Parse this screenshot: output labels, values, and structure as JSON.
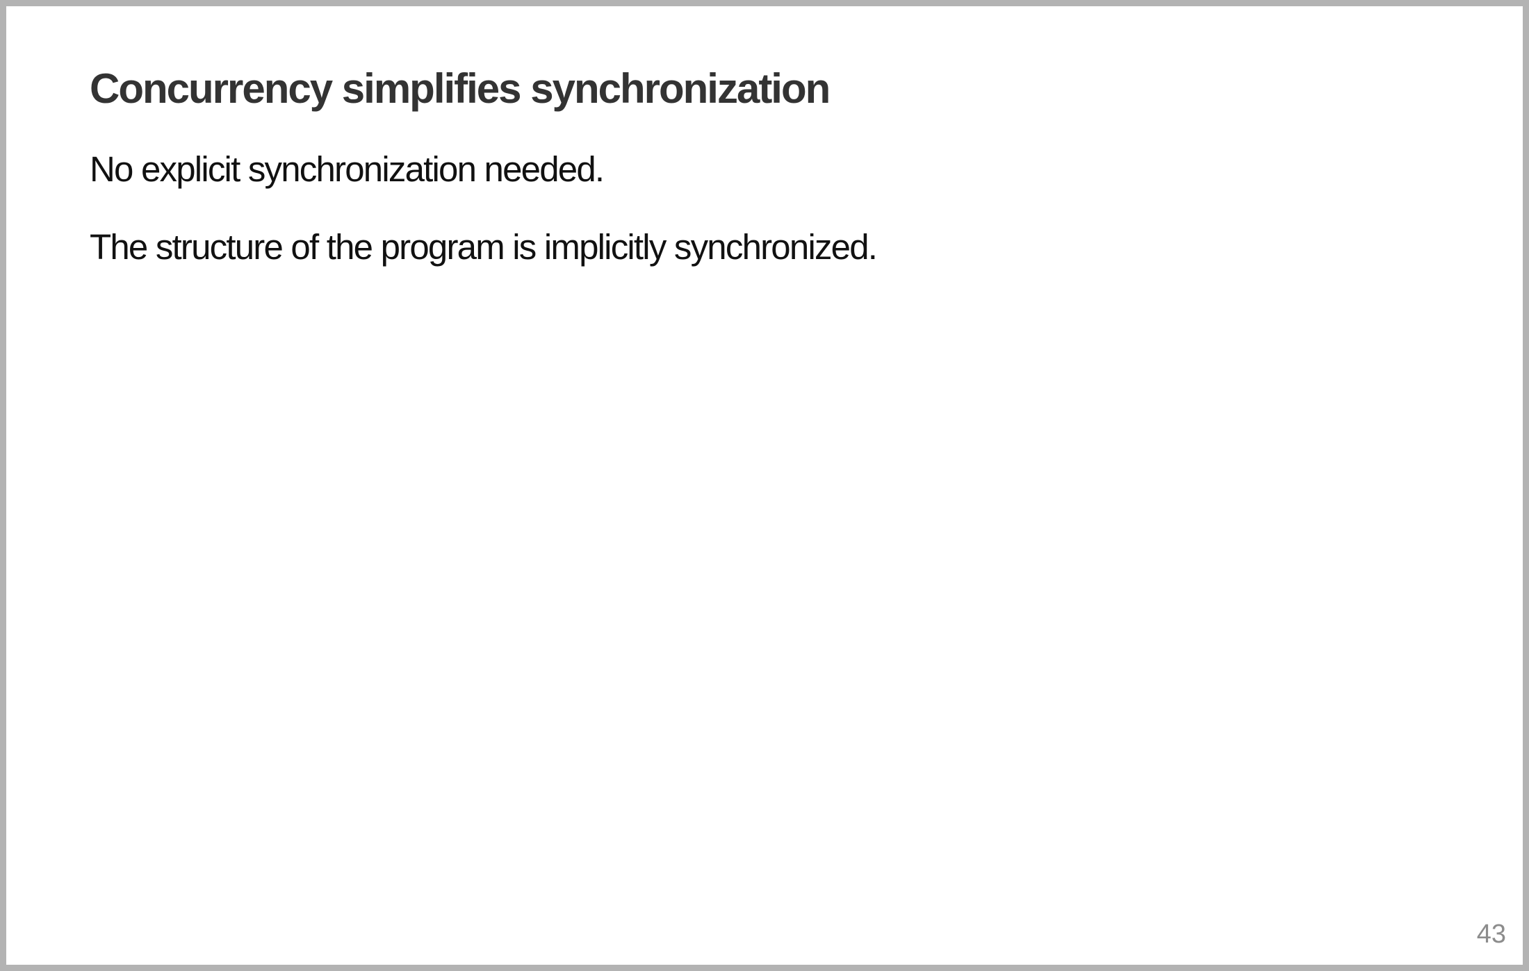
{
  "slide": {
    "title": "Concurrency simplifies synchronization",
    "paragraphs": [
      "No explicit synchronization needed.",
      "The structure of the program is implicitly synchronized."
    ],
    "page_number": "43"
  },
  "colors": {
    "frame_border": "#b3b3b3",
    "title_text": "#333333",
    "body_text": "#111111",
    "page_number_text": "#8c8c8c",
    "background": "#ffffff"
  }
}
